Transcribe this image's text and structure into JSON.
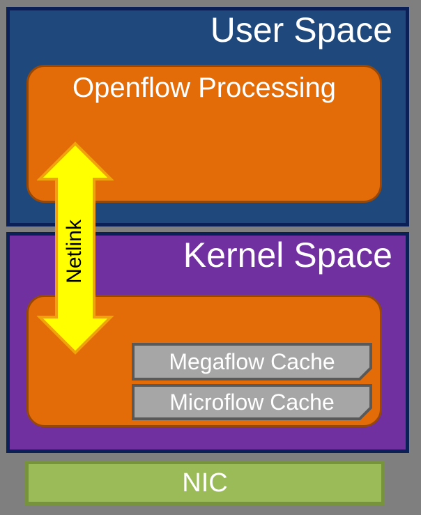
{
  "diagram": {
    "background_color": "#7F7F7F",
    "panel_border_color": "#0B2057",
    "user_space": {
      "title": "User Space",
      "fill": "#1F497D",
      "openflow_box": {
        "label": "Openflow Processing",
        "fill": "#E36C09",
        "border": "#974706"
      }
    },
    "kernel_space": {
      "title": "Kernel Space",
      "fill": "#7030A0",
      "datapath_box": {
        "fill": "#E36C09",
        "border": "#974706",
        "cache_fill": "#A6A6A6",
        "cache_border": "#595959",
        "caches": [
          {
            "label": "Megaflow Cache"
          },
          {
            "label": "Microflow Cache"
          }
        ]
      }
    },
    "netlink_arrow": {
      "label": "Netlink",
      "fill": "#FFFF00",
      "border": "#F0A30A"
    },
    "nic": {
      "label": "NIC",
      "fill": "#9BBB59",
      "border": "#77933C"
    }
  }
}
